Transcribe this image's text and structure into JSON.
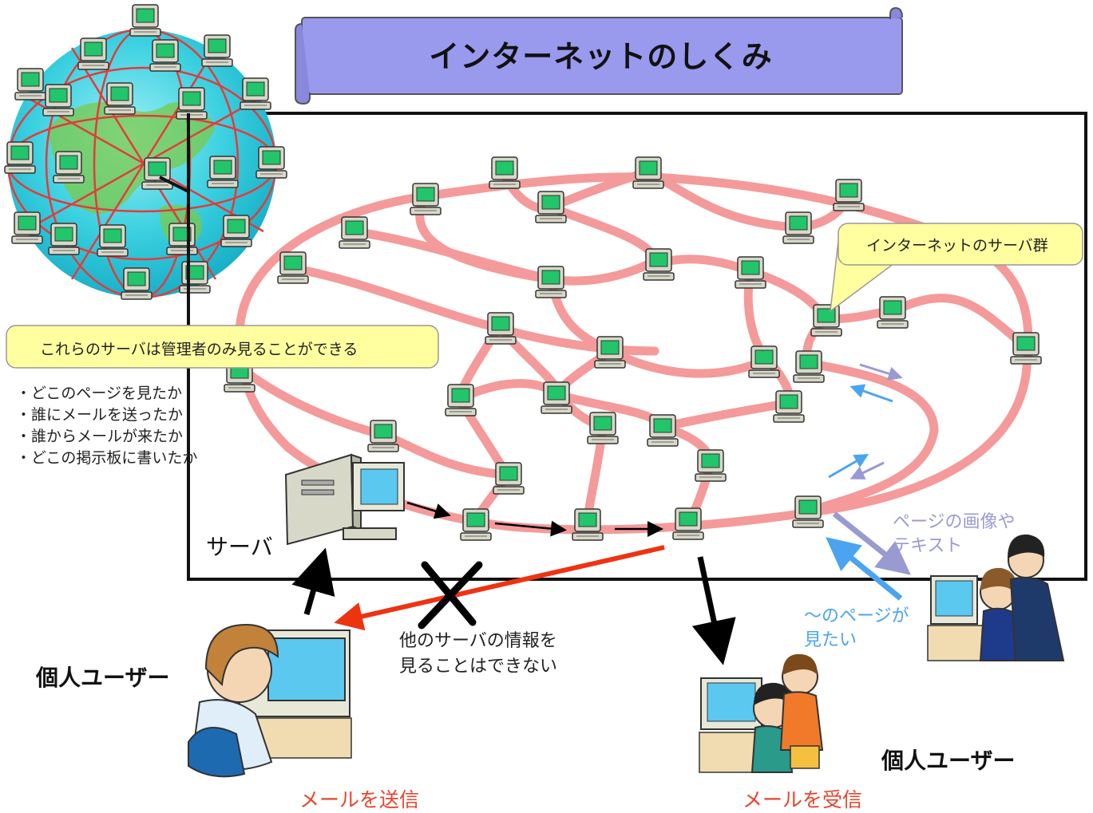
{
  "title": "インターネットのしくみ",
  "callouts": {
    "servers": "インターネットのサーバ群",
    "admin": "これらのサーバは管理者のみ見ることができる"
  },
  "admin_items": [
    "・どこのページを見たか",
    "・誰にメールを送ったか",
    "・誰からメールが来たか",
    "・どこの掲示板に書いたか"
  ],
  "labels": {
    "server": "サーバ",
    "user_left": "個人ユーザー",
    "user_right": "個人ユーザー",
    "mail_send": "メールを送信",
    "mail_receive": "メールを受信",
    "page_text_line1": "ページの画像や",
    "page_text_line2": "テキスト",
    "want_line1": "～のページが",
    "want_line2": "見たい",
    "no_info_line1": "他のサーバの情報を",
    "no_info_line2": "見ることはできない"
  },
  "colors": {
    "title_banner": "#9999ee",
    "callout_fill": "#ffffa0",
    "network_line": "#f49a9a",
    "globe_ocean": "#3ad0e0",
    "globe_land": "#7ac94a",
    "send_arrow": "#ee3311",
    "blue_arrow": "#4aa4f0",
    "purple_arrow": "#9a9ad2",
    "screen": "#22c56a"
  },
  "icons": [
    "computer-icon",
    "globe-icon",
    "server-tower-icon",
    "x-mark-icon",
    "arrow-icon",
    "person-at-computer-icon"
  ]
}
